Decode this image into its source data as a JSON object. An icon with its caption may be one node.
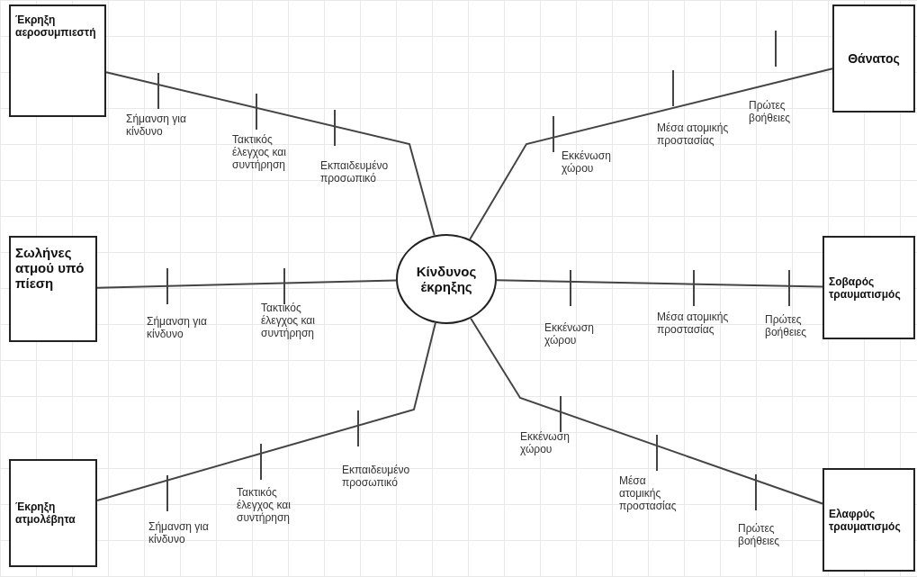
{
  "diagram": {
    "nodes": [
      {
        "text": [
          "Έκρηξη αεροσυμπιεστή"
        ]
      },
      {
        "text": [
          "Θάνατος"
        ]
      },
      {
        "text": [
          "Σωλήνες ατμού υπό πίεση"
        ]
      },
      {
        "text": [
          "Κίνδυνος έκρηξης"
        ]
      },
      {
        "text": [
          "Σοβαρός τραυματισμός"
        ]
      },
      {
        "text": [
          "Έκρηξη ατμολέβητα"
        ]
      },
      {
        "text": [
          "Ελαφρύς τραυματισμός"
        ]
      }
    ],
    "edges": [
      {
        "from": 0,
        "to": 3,
        "arrow": "none"
      },
      {
        "from": 2,
        "to": 3,
        "arrow": "none"
      },
      {
        "from": 5,
        "to": 3,
        "arrow": "none"
      },
      {
        "from": 3,
        "to": 1,
        "arrow": "none"
      },
      {
        "from": 3,
        "to": 4,
        "arrow": "none"
      },
      {
        "from": 3,
        "to": 6,
        "arrow": "none"
      }
    ],
    "labels": [
      "Σήμανση για κίνδυνο",
      "Τακτικός έλεγχος και συντήρηση",
      "Εκπαιδευμένο προσωπικό",
      "Εκκένωση χώρου",
      "Μέσα ατομικής προστασίας",
      "Πρώτες βοήθειες",
      "Σήμανση για κίνδυνο",
      "Τακτικός έλεγχος και συντήρηση",
      "Εκκένωση χώρου",
      "Μέσα ατομικής προστασίας",
      "Πρώτες βοήθειες",
      "Σήμανση για κίνδυνο",
      "Τακτικός έλεγχος και συντήρηση",
      "Εκπαιδευμένο προσωπικό",
      "Εκκένωση χώρου",
      "Μέσα ατομικής προστασίας",
      "Πρώτες βοήθειες"
    ]
  }
}
